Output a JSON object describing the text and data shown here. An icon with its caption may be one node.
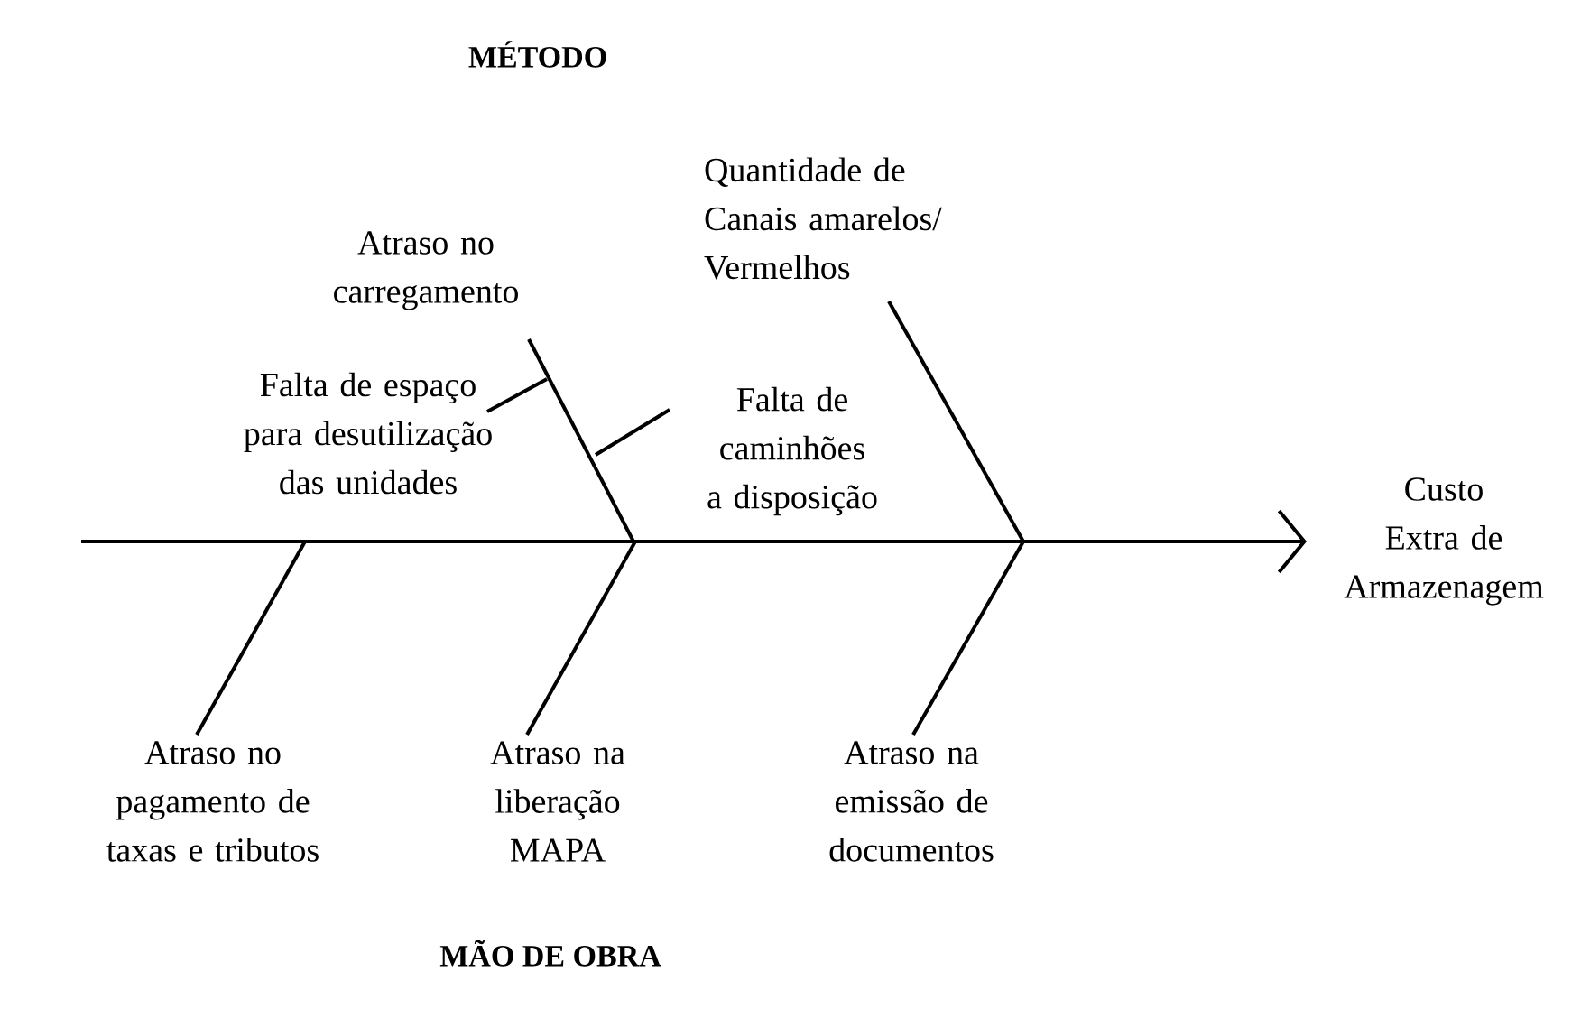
{
  "diagram": {
    "nodes": [
      {
        "text": [
          "Quantidade de Canais amarelos/ Vermelhos"
        ]
      },
      {
        "text": [
          "Atraso no carregamento"
        ]
      },
      {
        "text": [
          "Falta de espaço para desutilização das unidades"
        ]
      },
      {
        "text": [
          "Falta de caminhões a disposição"
        ]
      },
      {
        "text": [
          "Custo Extra de Armazenagem"
        ]
      },
      {
        "text": [
          "Atraso no pagamento de taxas e tributos"
        ]
      },
      {
        "text": [
          "Atraso na liberação MAPA"
        ]
      },
      {
        "text": [
          "Atraso na emissão de documentos"
        ]
      }
    ],
    "edges": [
      {
        "from": null,
        "to": 4,
        "arrow": "to"
      },
      {
        "from": 0,
        "to": null,
        "arrow": "none"
      },
      {
        "from": 1,
        "to": null,
        "arrow": "none"
      },
      {
        "from": 2,
        "to": null,
        "arrow": "none"
      },
      {
        "from": 3,
        "to": null,
        "arrow": "none"
      },
      {
        "from": 5,
        "to": null,
        "arrow": "none"
      },
      {
        "from": 6,
        "to": null,
        "arrow": "none"
      },
      {
        "from": 7,
        "to": null,
        "arrow": "none"
      }
    ],
    "labels": [
      "MÉTODO",
      "MÃO DE OBRA"
    ]
  }
}
